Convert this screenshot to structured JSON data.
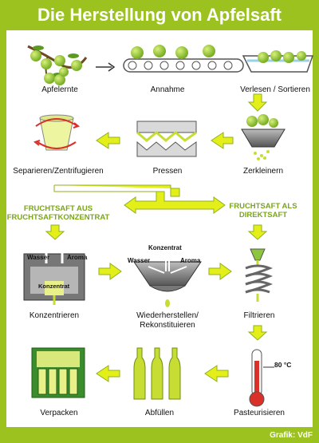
{
  "title": "Die Herstellung von Apfelsaft",
  "steps": {
    "apfelernte": "Apfelernte",
    "annahme": "Annahme",
    "verlesen": "Verlesen / Sortieren",
    "zerkleinern": "Zerkleinern",
    "pressen": "Pressen",
    "separieren": "Separieren/Zentrifugieren",
    "konzentrieren": "Konzentrieren",
    "wiederherstellen_1": "Wiederherstellen/",
    "wiederherstellen_2": "Rekonstituieren",
    "filtrieren": "Filtrieren",
    "pasteurisieren": "Pasteurisieren",
    "abfuellen": "Abfüllen",
    "verpacken": "Verpacken"
  },
  "branches": {
    "konzentrat_1": "FRUCHTSAFT AUS",
    "konzentrat_2": "FRUCHTSAFTKONZENTRAT",
    "direkt_1": "FRUCHTSAFT ALS",
    "direkt_2": "DIREKTSAFT"
  },
  "diagram_labels": {
    "wasser": "Wasser",
    "aroma": "Aroma",
    "konzentrat": "Konzentrat",
    "temperature": "80 °C"
  },
  "credit": "Grafik: VdF",
  "colors": {
    "green": "#9bc21e",
    "arrow_fill": "#e4ef1a",
    "arrow_stroke": "#8fb21c",
    "apple": "#8cc63f",
    "juice": "#e9f08a"
  }
}
